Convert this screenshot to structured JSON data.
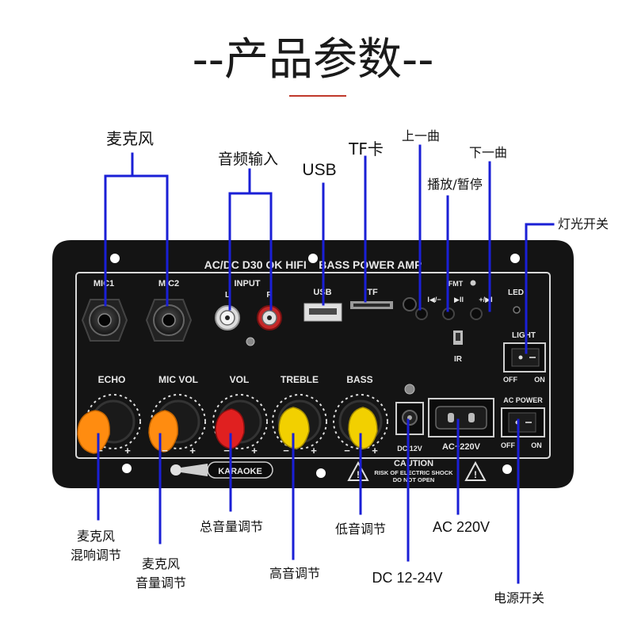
{
  "title": "--产品参数--",
  "panel": {
    "header": "AC/DC D30 OK HIFI    BASS POWER AMP",
    "mic1": "MIC1",
    "mic2": "MIC2",
    "input": "INPUT",
    "input_l": "L",
    "input_r": "R",
    "usb": "USB",
    "tf": "TF",
    "fmt": "FMT",
    "prev": "I◀/−",
    "play": "▶II",
    "next": "+/▶I",
    "led": "LED",
    "ir": "IR",
    "light": "LIGHT",
    "light_off": "OFF",
    "light_on": "ON",
    "echo": "ECHO",
    "mic_vol": "MIC VOL",
    "vol": "VOL",
    "treble": "TREBLE",
    "bass": "BASS",
    "dc": "DC 12V",
    "ac": "AC~220V",
    "ac_power": "AC POWER",
    "power_off": "OFF",
    "power_on": "ON",
    "karaoke": "KARAOKE",
    "caution": "CAUTION",
    "caution_line1": "RISK OF ELECTRIC SHOCK",
    "caution_line2": "DO NOT OPEN",
    "minus": "−",
    "plus": "+"
  },
  "callouts": {
    "microphone": "麦克风",
    "audio_input": "音频输入",
    "usb": "USB",
    "tf_card": "TF卡",
    "previous_track": "上一曲",
    "next_track": "下一曲",
    "play_pause": "播放/暂停",
    "light_switch": "灯光开关",
    "mic_echo": [
      "麦克风",
      "混响调节"
    ],
    "mic_volume": [
      "麦克风",
      "音量调节"
    ],
    "master_volume": "总音量调节",
    "treble": "高音调节",
    "bass": "低音调节",
    "dc": "DC 12-24V",
    "ac": "AC 220V",
    "power_switch": "电源开关"
  },
  "colors": {
    "leader": "#1a1fd6",
    "title_underline": "#c0392b",
    "panel": "#141414",
    "knob_orange": "#ff8c10",
    "knob_red": "#e02020",
    "knob_yellow": "#f2d000"
  }
}
